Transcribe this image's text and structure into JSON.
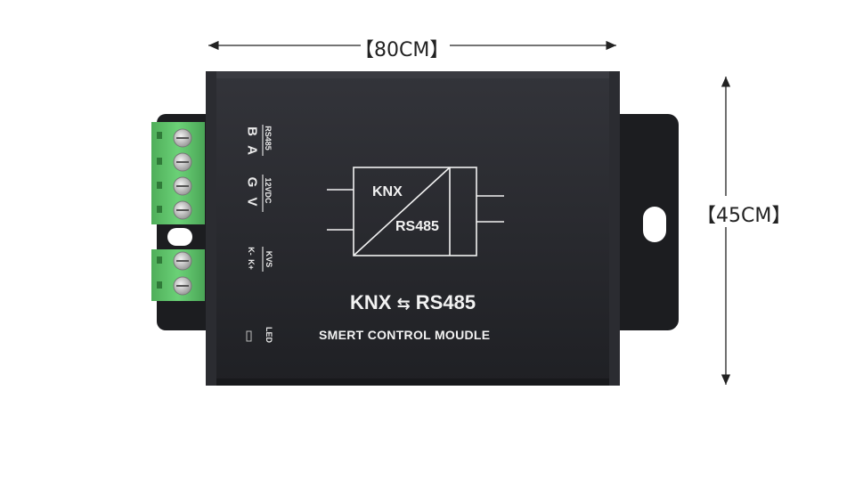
{
  "dimensions": {
    "width_label": "【80CM】",
    "height_label": "【45CM】"
  },
  "device": {
    "product_title_left": "KNX",
    "product_title_arrow": "⇆",
    "product_title_right": "RS485",
    "subtitle": "SMERT CONTROL MOUDLE",
    "diagram": {
      "top_label": "KNX",
      "bottom_label": "RS485"
    },
    "terminal_labels": {
      "rs485": "RS485",
      "b": "B",
      "a": "A",
      "dc": "12VDC",
      "g": "G",
      "v": "V",
      "kvs": "KVS",
      "k_minus": "K-",
      "k_plus": "K+",
      "led": "LED"
    }
  },
  "colors": {
    "housing": "#26272b",
    "terminal": "#5ec26a",
    "bracket": "#1c1d20"
  }
}
